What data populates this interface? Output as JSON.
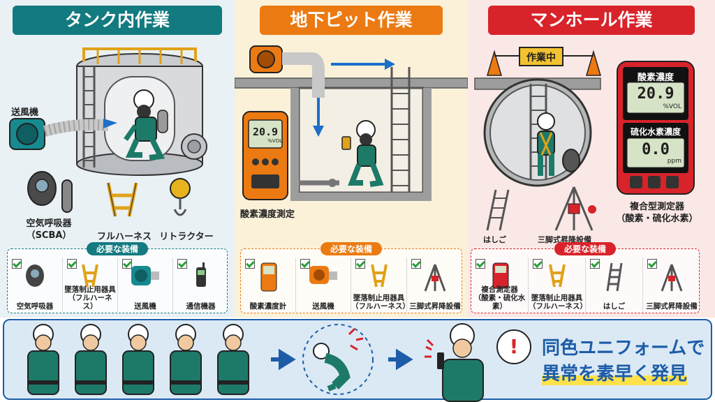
{
  "panels": {
    "tank": {
      "title": "タンク内作業",
      "fan_label": "送風機",
      "scba_label": "空気呼吸器\n（SCBA）",
      "harness_label": "フルハーネス",
      "retractor_label": "リトラクター",
      "required_title": "必要な装備",
      "equipment": [
        "空気呼吸器",
        "墜落制止用器具\n（フルハーネス）",
        "送風機",
        "通信機器"
      ]
    },
    "pit": {
      "title": "地下ピット作業",
      "meter_value": "20.9",
      "meter_unit": "%VOL",
      "measure_label": "酸素濃度測定",
      "required_title": "必要な装備",
      "equipment": [
        "酸素濃度計",
        "送風機",
        "墜落制止用器具\n（フルハーネス）",
        "三脚式昇降設備"
      ]
    },
    "manhole": {
      "title": "マンホール作業",
      "sign_label": "作業中",
      "oxygen_label": "酸素濃度",
      "oxygen_value": "20.9",
      "oxygen_unit": "%VOL",
      "h2s_label": "硫化水素濃度",
      "h2s_value": "0.0",
      "h2s_unit": "ppm",
      "meter_caption": "複合型測定器\n（酸素・硫化水素）",
      "ladder_label": "はしご",
      "tripod_label": "三脚式昇降設備",
      "required_title": "必要な装備",
      "equipment": [
        "複合測定器\n（酸素・硫化水素）",
        "墜落制止用器具\n（フルハーネス）",
        "はしご",
        "三脚式昇降設備"
      ]
    }
  },
  "bottom": {
    "slogan_line1": "同色ユニフォームで",
    "slogan_line2": "異常を素早く発見",
    "alert_mark": "!"
  },
  "colors": {
    "tank": "#137a80",
    "pit": "#ec7a12",
    "manhole": "#d8232a",
    "uniform": "#1d7a68",
    "bottom_accent": "#1d5da8"
  }
}
